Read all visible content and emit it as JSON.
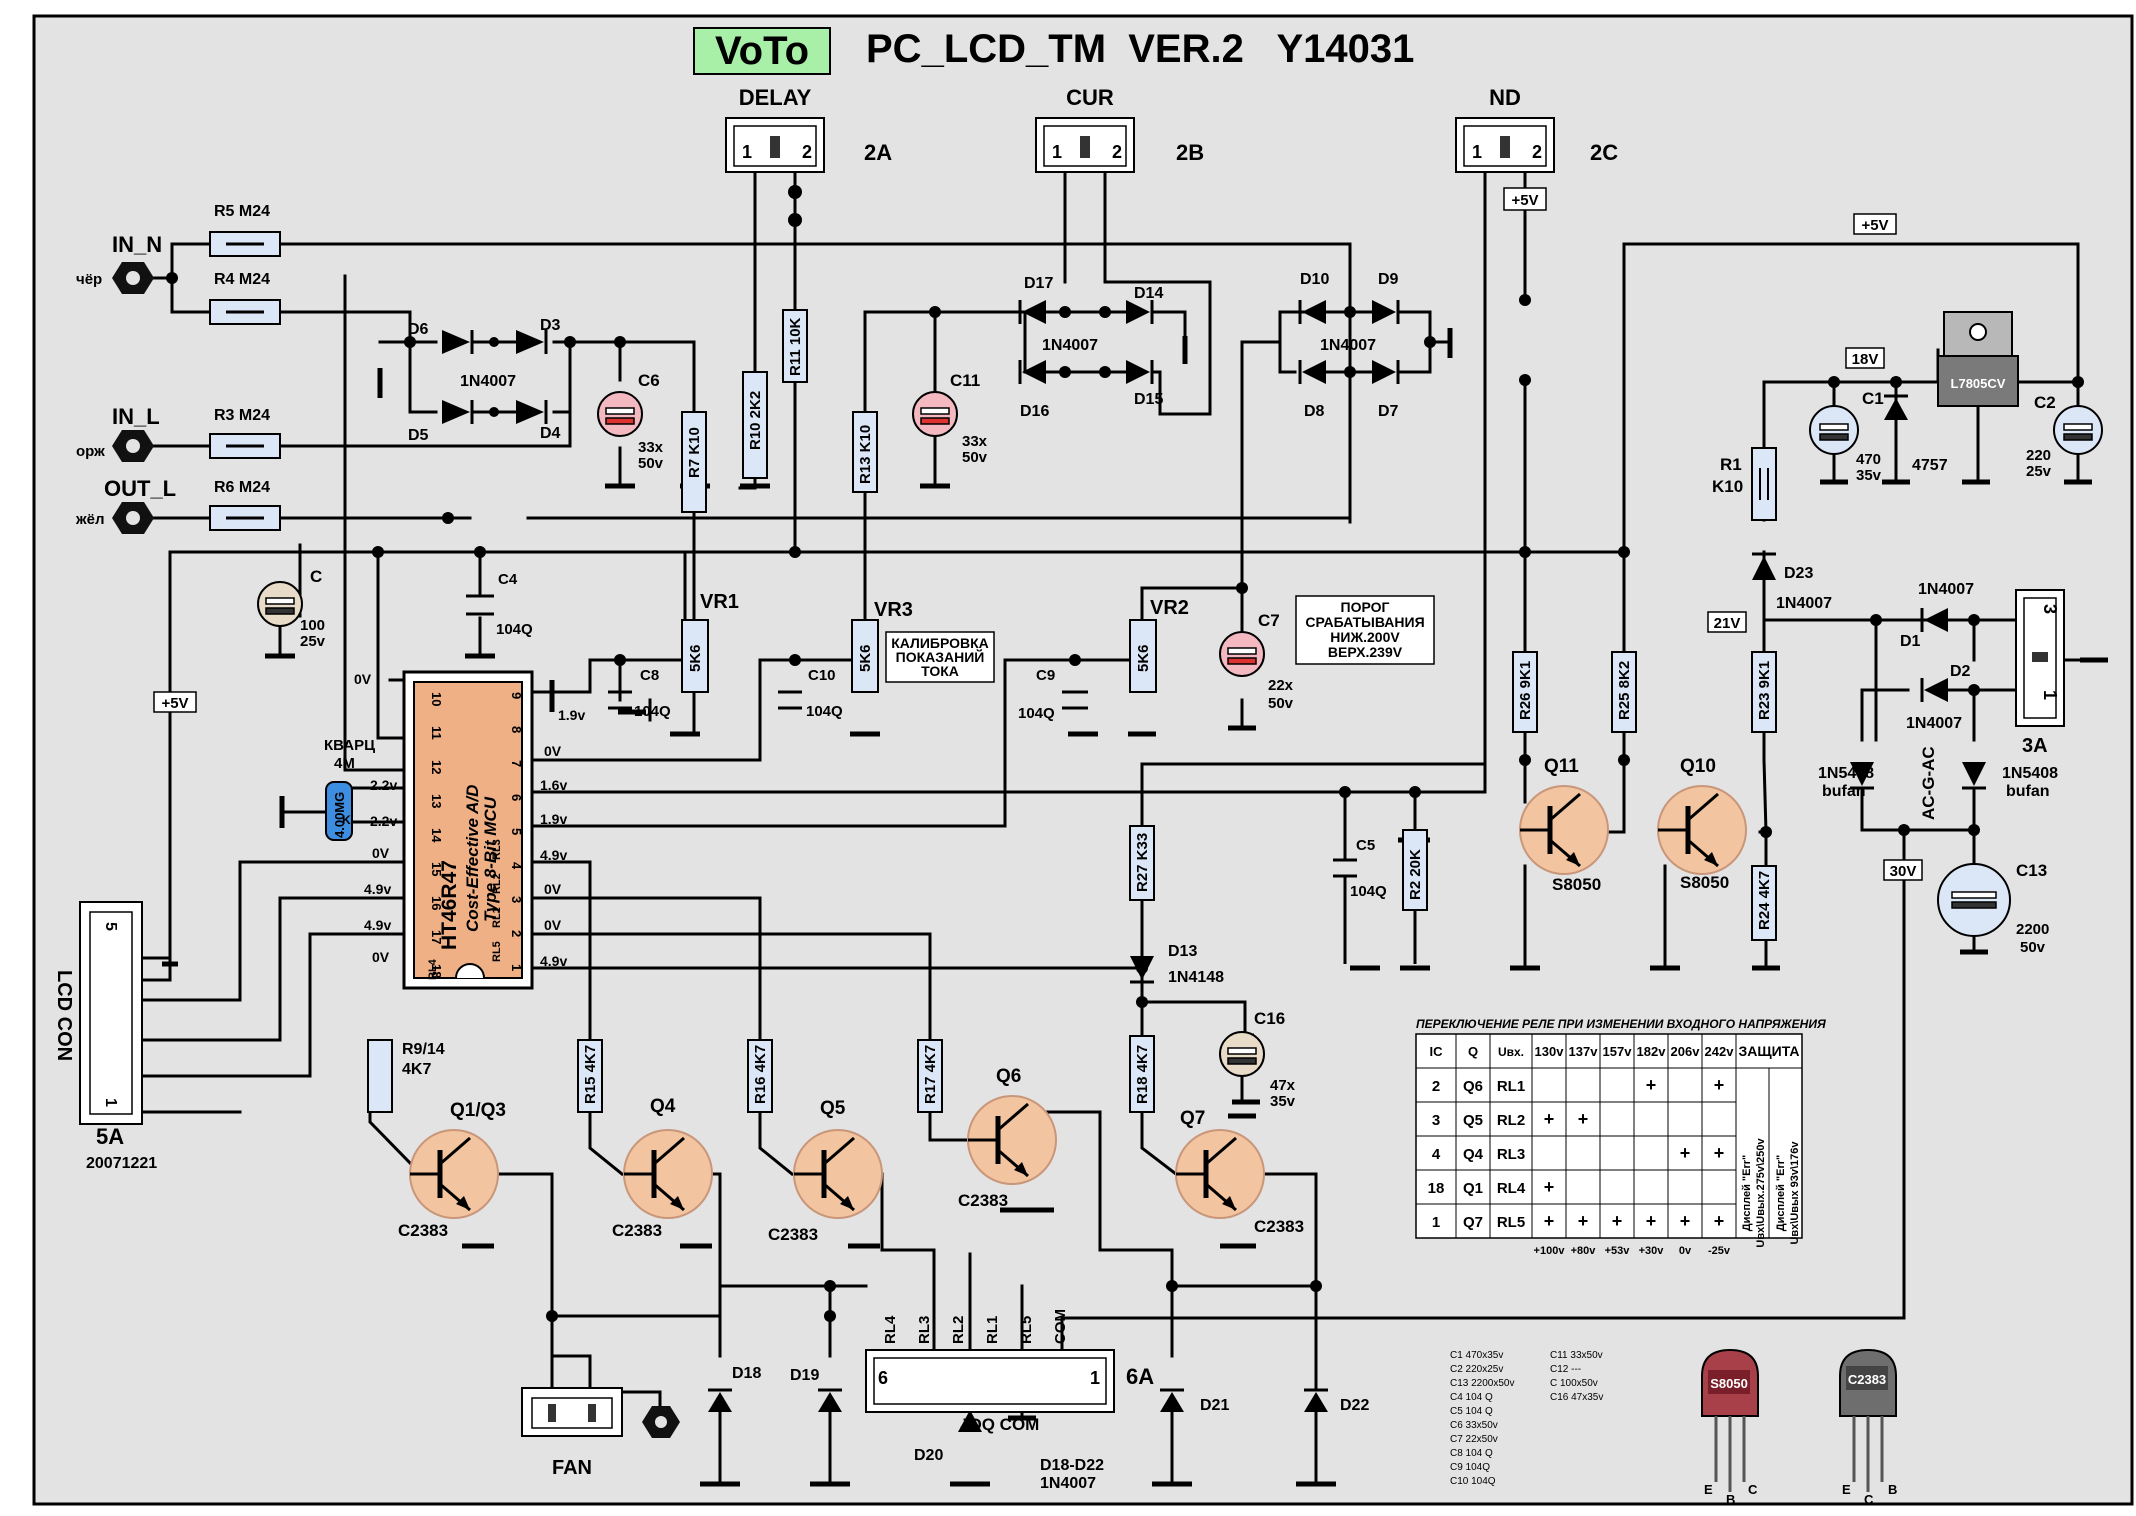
{
  "title": {
    "logo": "VoTo",
    "main": "PC_LCD_TM  VER.2   Y14031"
  },
  "connectors": {
    "delay": {
      "name": "DELAY",
      "ref": "2A",
      "p1": "1",
      "p2": "2"
    },
    "cur": {
      "name": "CUR",
      "ref": "2B",
      "p1": "1",
      "p2": "2"
    },
    "nd": {
      "name": "ND",
      "ref": "2C",
      "p1": "1",
      "p2": "2"
    },
    "p3a": {
      "ref": "3A",
      "p1": "1",
      "p3": "3"
    },
    "lcd": {
      "name": "LCD CON",
      "ref": "5A",
      "date": "20071221",
      "p1": "1",
      "p5": "5"
    },
    "jdq": {
      "name": "JDQ COM",
      "ref": "6A",
      "p1": "1",
      "p6": "6",
      "pins": [
        "RL4",
        "RL3",
        "RL2",
        "RL1",
        "RL5",
        "COM"
      ]
    },
    "fan": {
      "name": "FAN"
    }
  },
  "inputs": {
    "in_n": {
      "label": "IN_N",
      "wire": "чёр"
    },
    "in_l": {
      "label": "IN_L",
      "wire": "орж"
    },
    "out_l": {
      "label": "OUT_L",
      "wire": "жёл"
    }
  },
  "resistors": {
    "r5": "R5 M24",
    "r4": "R4 M24",
    "r3": "R3 M24",
    "r6": "R6 M24",
    "r7": "R7 K10",
    "r10": "R10 2K2",
    "r11": "R11 10K",
    "r13": "R13 K10",
    "r1a": "R1",
    "r1b": "K10",
    "r26": "R26 9K1",
    "r25": "R25 8K2",
    "r23": "R23 9K1",
    "r24": "R24 4K7",
    "r27": "R27 K33",
    "r2": "R2 20K",
    "r18": "R18 4K7",
    "r9a": "R9/14",
    "r9b": "4K7",
    "r15": "R15 4K7",
    "r16": "R16 4K7",
    "r17": "R17 4K7"
  },
  "pots": {
    "vr1": "VR1",
    "vr2": "VR2",
    "vr3": "VR3",
    "value": "5K6"
  },
  "capacitors": {
    "c6": "C6",
    "c6v": "33x",
    "c6w": "50v",
    "c11": "C11",
    "c11v": "33x",
    "c11w": "50v",
    "c": "C",
    "cv": "100",
    "cw": "25v",
    "c4": "C4",
    "c4v": "104Q",
    "c8": "C8",
    "c8v": "104Q",
    "c10": "C10",
    "c10v": "104Q",
    "c9": "C9",
    "c9v": "104Q",
    "c7": "C7",
    "c7v": "22x",
    "c7w": "50v",
    "c5": "C5",
    "c5v": "104Q",
    "c16": "C16",
    "c16v": "47x",
    "c16w": "35v",
    "c1": "C1",
    "c1v": "470",
    "c1w": "35v",
    "c2": "C2",
    "c2v": "220",
    "c2w": "25v",
    "c13": "C13",
    "c13v": "2200",
    "c13w": "50v"
  },
  "diodes": {
    "d6": "D6",
    "d3": "D3",
    "d5": "D5",
    "d4": "D4",
    "bridge1": "1N4007",
    "d17": "D17",
    "d14": "D14",
    "d16": "D16",
    "d15": "D15",
    "bridge2": "1N4007",
    "d10": "D10",
    "d9": "D9",
    "d8": "D8",
    "d7": "D7",
    "bridge3": "1N4007",
    "d23": "D23",
    "d23v": "1N4007",
    "d1": "D1",
    "d1v": "1N4007",
    "d2": "D2",
    "d2v": "1N4007",
    "d13": "D13",
    "d13v": "1N4148",
    "d18": "D18",
    "d19": "D19",
    "d20": "D20",
    "d21": "D21",
    "d22": "D22",
    "d18_22a": "D18-D22",
    "d18_22b": "1N4007",
    "z4757": "4757",
    "b1a": "1N5408",
    "b1b": "bufan",
    "b2a": "1N5408",
    "b2b": "bufan",
    "acgac": "AC-G-AC"
  },
  "transistors": {
    "q11": "Q11",
    "q10": "Q10",
    "s8050a": "S8050",
    "s8050b": "S8050",
    "q13": "Q1/Q3",
    "q4": "Q4",
    "q5": "Q5",
    "q6": "Q6",
    "q7": "Q7",
    "c2383": "C2383"
  },
  "regulator": {
    "name": "L7805CV",
    "in": "18V",
    "out": "+5V"
  },
  "mcu": {
    "name": "HT46R47",
    "line1": "Cost-Effective A/D",
    "line2": "Type 8-Bit MCU",
    "pins_left": [
      "10",
      "11",
      "12",
      "13",
      "14",
      "15",
      "16",
      "17",
      "18"
    ],
    "pins_right": [
      "9",
      "8",
      "7",
      "6",
      "5",
      "4",
      "3",
      "2",
      "1"
    ],
    "right_names": [
      "RL3",
      "RL2",
      "RL1",
      "RL5"
    ],
    "left_name": "RL4"
  },
  "crystal": {
    "label1": "КВАРЦ",
    "label2": "4M",
    "value": "4.00MG",
    "k": "K"
  },
  "voltages": {
    "v0": "0V",
    "v19": "1.9v",
    "v16": "1.6v",
    "v22": "2.2v",
    "v49": "4.9v",
    "plus5": "+5V",
    "v21": "21V",
    "v30": "30V"
  },
  "notes": {
    "threshold": [
      "ПОРОГ",
      "СРАБАТЫВАНИЯ",
      "НИЖ.200V",
      "ВЕРХ.239V"
    ],
    "calib": [
      "КАЛИБРОВКА",
      "ПОКАЗАНИЙ",
      "ТОКА"
    ]
  },
  "relay_table": {
    "title": "ПЕРЕКЛЮЧЕНИЕ РЕЛЕ ПРИ ИЗМЕНЕНИИ ВХОДНОГО НАПРЯЖЕНИЯ",
    "headers": [
      "IC",
      "Q",
      "Uвх.",
      "130v",
      "137v",
      "157v",
      "182v",
      "206v",
      "242v",
      "ЗАЩИТА"
    ],
    "rows": [
      [
        "2",
        "Q6",
        "RL1",
        "",
        "",
        "",
        "+",
        "",
        "+"
      ],
      [
        "3",
        "Q5",
        "RL2",
        "+",
        "+",
        "",
        "",
        "",
        ""
      ],
      [
        "4",
        "Q4",
        "RL3",
        "",
        "",
        "",
        "",
        "+",
        "+"
      ],
      [
        "18",
        "Q1",
        "RL4",
        "+",
        "",
        "",
        "",
        "",
        ""
      ],
      [
        "1",
        "Q7",
        "RL5",
        "+",
        "+",
        "+",
        "+",
        "+",
        "+"
      ]
    ],
    "footer": [
      "+100v",
      "+80v",
      "+53v",
      "+30v",
      "0v",
      "-25v"
    ],
    "prot1": "Дисплей \"Err\"",
    "prot2": "Uвх\\Uвых.275v\\250v",
    "prot3": "Дисплей \"Err\"",
    "prot4": "Uвх\\Uвых 93v\\176v"
  },
  "parts_list": [
    "C1    470x35v",
    "C2    220x25v",
    "C13  2200x50v",
    "C4    104 Q",
    "C5    104 Q",
    "C6    33x50v",
    "C7    22x50v",
    "C8    104 Q",
    "C9    104Q",
    "C10  104Q",
    "C11  33x50v",
    "C12   ---",
    "C      100x50v",
    "C16  47x35v"
  ],
  "pkg": {
    "s8050": "S8050",
    "c2383": "C2383",
    "e": "E",
    "b": "B",
    "c": "C"
  }
}
